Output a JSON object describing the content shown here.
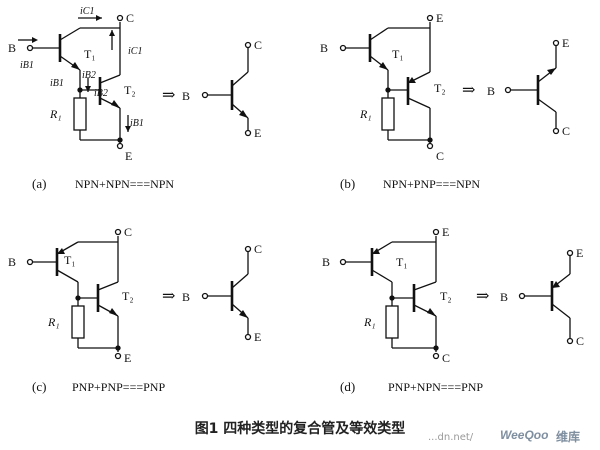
{
  "caption": "图1    四种类型的复合管及等效类型",
  "panels": [
    {
      "tag": "(a)",
      "formula": "NPN+NPN===NPN",
      "terminals": {
        "b": "B",
        "c": "C",
        "e": "E"
      },
      "t1": "T₁",
      "t2": "T₂",
      "r": "R₁",
      "currents": [
        "iC1",
        "iB1",
        "iC1",
        "iB2",
        "iB1",
        "iB2",
        "iB1"
      ]
    },
    {
      "tag": "(b)",
      "formula": "NPN+PNP===NPN",
      "terminals": {
        "b": "B",
        "c": "C",
        "e": "E"
      },
      "t1": "T₁",
      "t2": "T₂",
      "r": "R₁"
    },
    {
      "tag": "(c)",
      "formula": "PNP+PNP===PNP",
      "terminals": {
        "b": "B",
        "c": "C",
        "e": "E"
      },
      "t1": "T₁",
      "t2": "T₂",
      "r": "R₁"
    },
    {
      "tag": "(d)",
      "formula": "PNP+NPN===PNP",
      "terminals": {
        "b": "B",
        "c": "C",
        "e": "E"
      },
      "t1": "T₁",
      "t2": "T₂",
      "r": "R₁"
    }
  ],
  "arrow_symbol": "⇒",
  "watermark": {
    "url": "...dn.net/",
    "brand": "WeeQoo",
    "brand_cn": "维库"
  }
}
